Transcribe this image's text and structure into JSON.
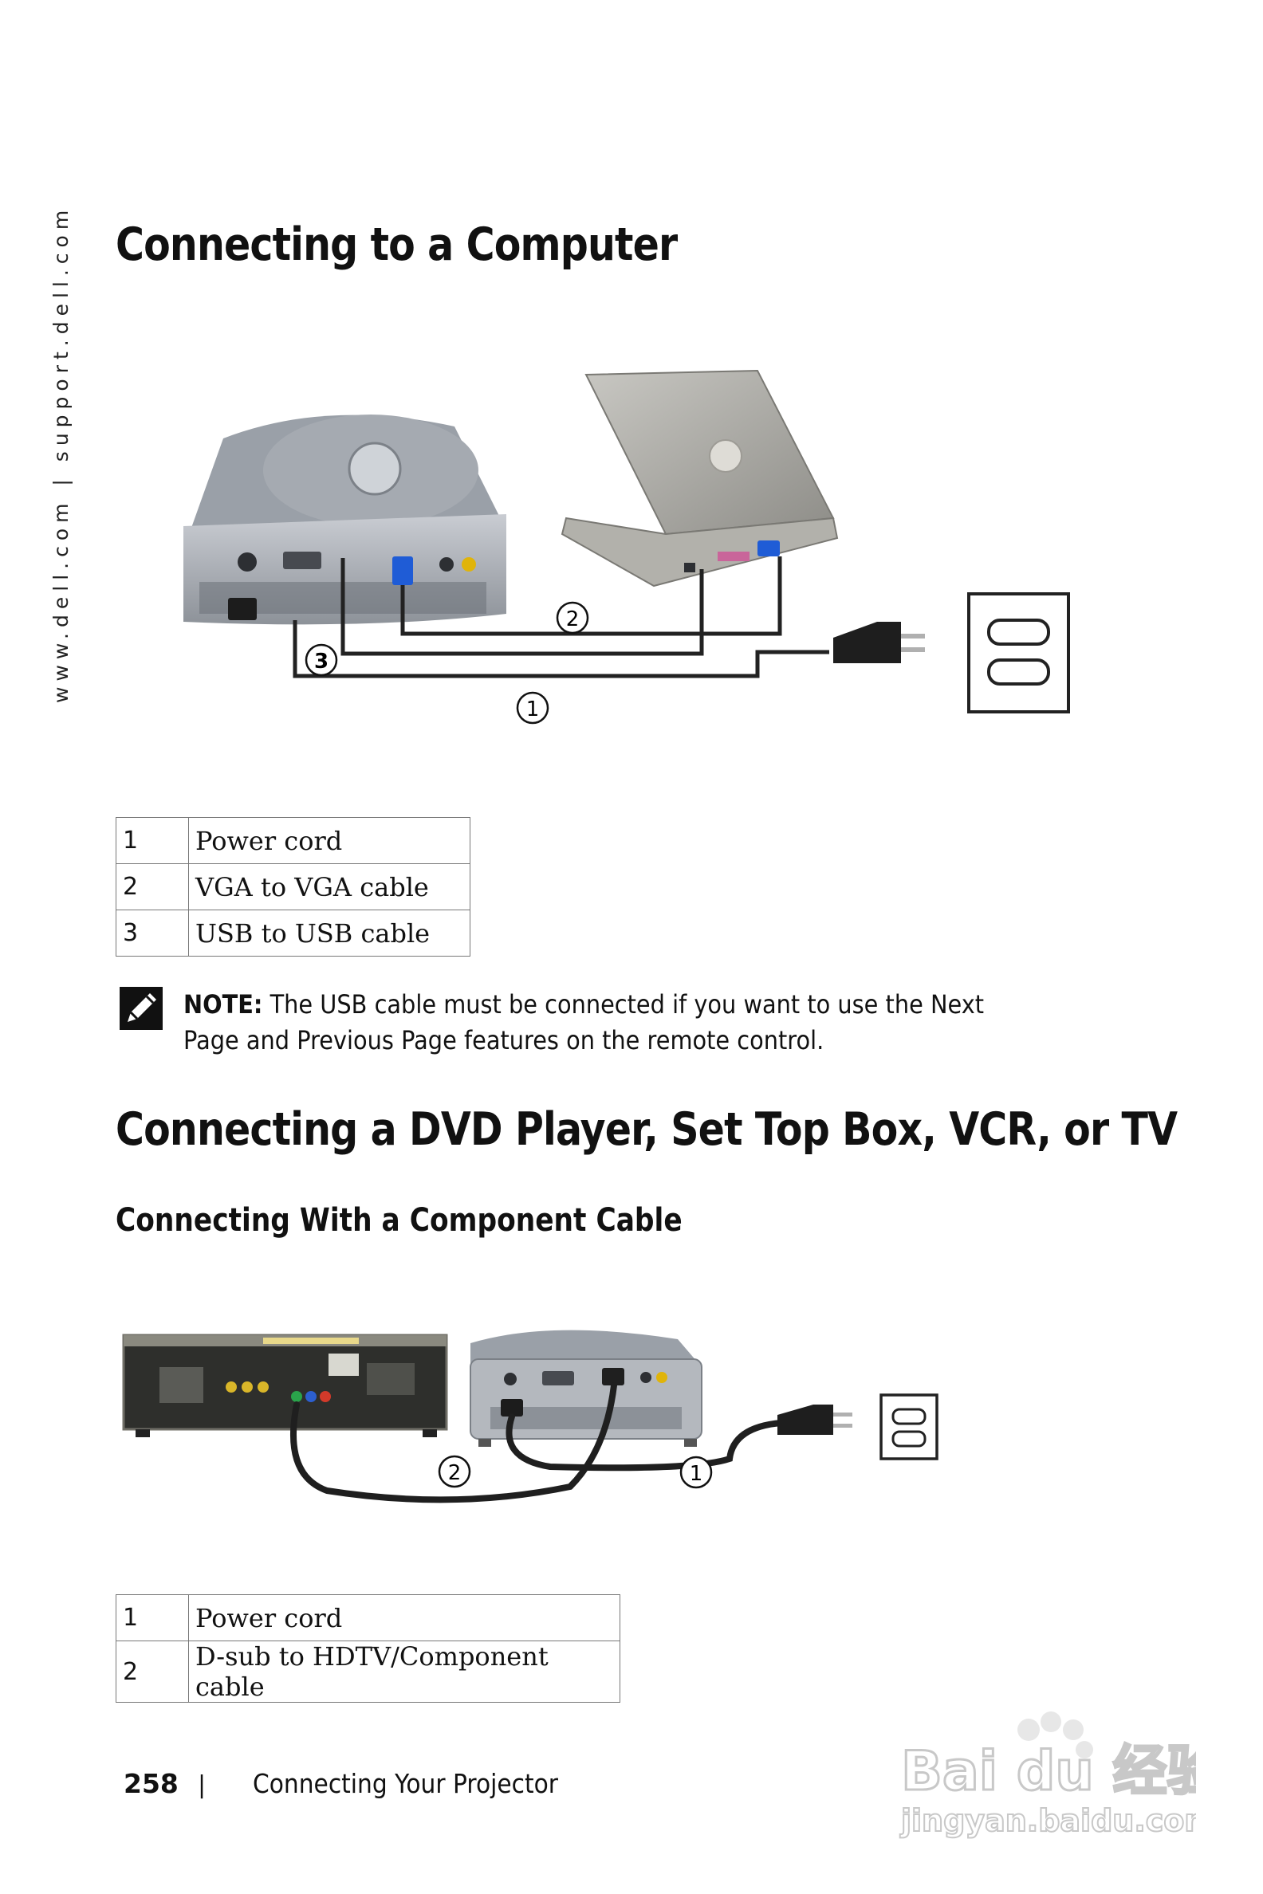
{
  "sidebar": {
    "text": "www.dell.com | support.dell.com"
  },
  "section1": {
    "title": "Connecting to a Computer",
    "callouts": [
      "1",
      "2",
      "3"
    ],
    "legend": [
      {
        "num": "1",
        "label": "Power cord"
      },
      {
        "num": "2",
        "label": "VGA to VGA cable"
      },
      {
        "num": "3",
        "label": "USB to USB cable"
      }
    ],
    "note": {
      "label": "NOTE:",
      "text": "The USB cable must be connected if you want to use the Next Page and Previous Page features on the remote control."
    }
  },
  "section2": {
    "title": "Connecting a DVD Player, Set Top Box, VCR, or TV",
    "subtitle": "Connecting With a Component Cable",
    "callouts": [
      "1",
      "2"
    ],
    "legend": [
      {
        "num": "1",
        "label": "Power cord"
      },
      {
        "num": "2",
        "label": "D-sub to HDTV/Component cable"
      }
    ]
  },
  "footer": {
    "page_number": "258",
    "separator": "|",
    "chapter": "Connecting Your Projector"
  },
  "watermark": {
    "brand": "Bai du 经验",
    "url": "jingyan.baidu.com"
  }
}
